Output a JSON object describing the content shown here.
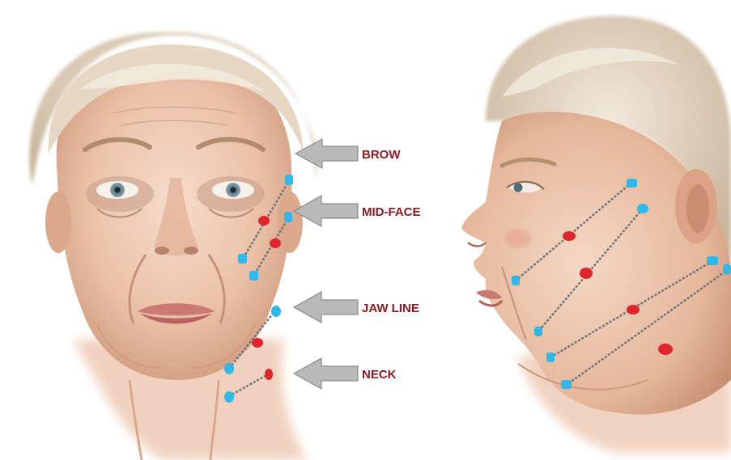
{
  "labels": {
    "brow": "BROW",
    "mid_face": "MID-FACE",
    "jaw_line": "JAW LINE",
    "neck": "NECK"
  },
  "colors": {
    "label_text": "#8b1a24",
    "arrow_fill": "#b9b9b9",
    "arrow_stroke": "#8c8c8c",
    "anchor_blue": "#2fb8e8",
    "anchor_red": "#e0262b",
    "thread": "#6f7478",
    "skin_light": "#f4d9c6",
    "skin_mid": "#e6b79c",
    "skin_shadow": "#c98f72",
    "hair": "#e8dccb",
    "hair_shadow": "#c9b79d"
  },
  "icons": {
    "arrow": "left-pointing-arrow-icon",
    "anchor_blue": "blue-anchor-dot",
    "anchor_red": "red-anchor-dot"
  }
}
